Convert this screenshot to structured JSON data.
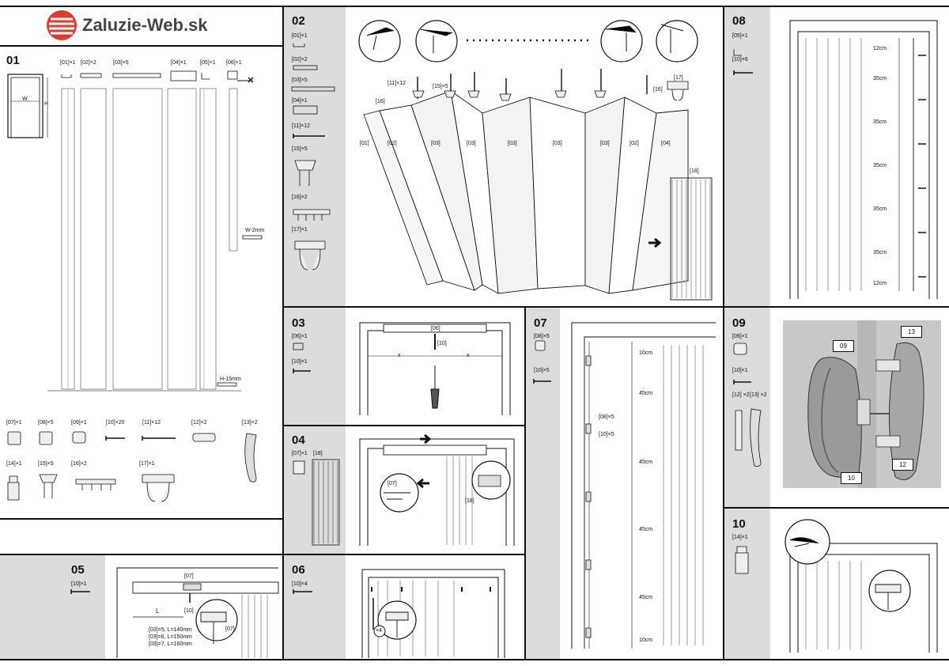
{
  "brand": {
    "name": "Zaluzie-Web.sk",
    "logo_color": "#e03a2e"
  },
  "panel01": {
    "step": "01",
    "parts_top": [
      "[01]×1",
      "[02]×2",
      "[03]×5",
      "[04]×1",
      "[05]×1",
      "[06]×1"
    ],
    "dim_w": "W",
    "dim_h": "H",
    "note_w": "W-2mm",
    "note_h": "H-15mm",
    "parts_row1": [
      "[07]×1",
      "[08]×5",
      "[09]×1",
      "[10]×20",
      "[11]×12",
      "[12]×2",
      "[13]×2"
    ],
    "parts_row2": [
      "[14]×1",
      "[15]×5",
      "[16]×2",
      "[17]×1"
    ]
  },
  "panel02": {
    "step": "02",
    "parts": [
      "[01]×1",
      "[02]×2",
      "[03]×5",
      "[04]×1",
      "[11]×12",
      "[15]×5",
      "[16]×2",
      "[17]×1"
    ],
    "callouts": [
      "[11]×12",
      "[16]",
      "[15]×5",
      "[17]",
      "[16]",
      "[18]"
    ],
    "panel_labels": [
      "[01]",
      "[02]",
      "[03]",
      "[03]",
      "[03]",
      "[03]",
      "[03]",
      "[02]",
      "[04]"
    ]
  },
  "panel03": {
    "step": "03",
    "parts": [
      "[06]×1",
      "[10]×1"
    ],
    "callouts": [
      "[06]",
      "[10]"
    ],
    "dim": "x"
  },
  "panel04": {
    "step": "04",
    "parts": [
      "[07]×1",
      "[18]"
    ],
    "callouts": [
      "[07]",
      "[18]"
    ]
  },
  "panel05": {
    "step": "05",
    "parts": [
      "[10]×1"
    ],
    "callouts": [
      "[07]",
      "[10]",
      "[07]"
    ],
    "dim": "L",
    "notes": [
      "[03]=5, L=140mm",
      "[03]=6, L=150mm",
      "[03]=7, L=160mm"
    ]
  },
  "panel06": {
    "step": "06",
    "parts": [
      "[10]×4"
    ],
    "multiplier": "×4"
  },
  "panel07": {
    "step": "07",
    "parts": [
      "[08]×5",
      "[10]×5"
    ],
    "callouts": [
      "[08]×5",
      "[10]×5"
    ],
    "dims": [
      "10cm",
      "45cm",
      "45cm",
      "45cm",
      "45cm",
      "10cm"
    ]
  },
  "panel08": {
    "step": "08",
    "parts": [
      "[05]×1",
      "[10]×6"
    ],
    "dims": [
      "12cm",
      "35cm",
      "35cm",
      "35cm",
      "35cm",
      "35cm",
      "12cm"
    ]
  },
  "panel09": {
    "step": "09",
    "parts": [
      "[09]×1",
      "[10]×1",
      "[12] ×2",
      "[13] ×2"
    ],
    "callouts": [
      "09",
      "13",
      "10",
      "12"
    ]
  },
  "panel10": {
    "step": "10",
    "parts": [
      "[14]×1"
    ]
  },
  "colors": {
    "sidebar": "#dcdcdc",
    "line": "#111111",
    "photo_bg": "#c8c8c8"
  }
}
